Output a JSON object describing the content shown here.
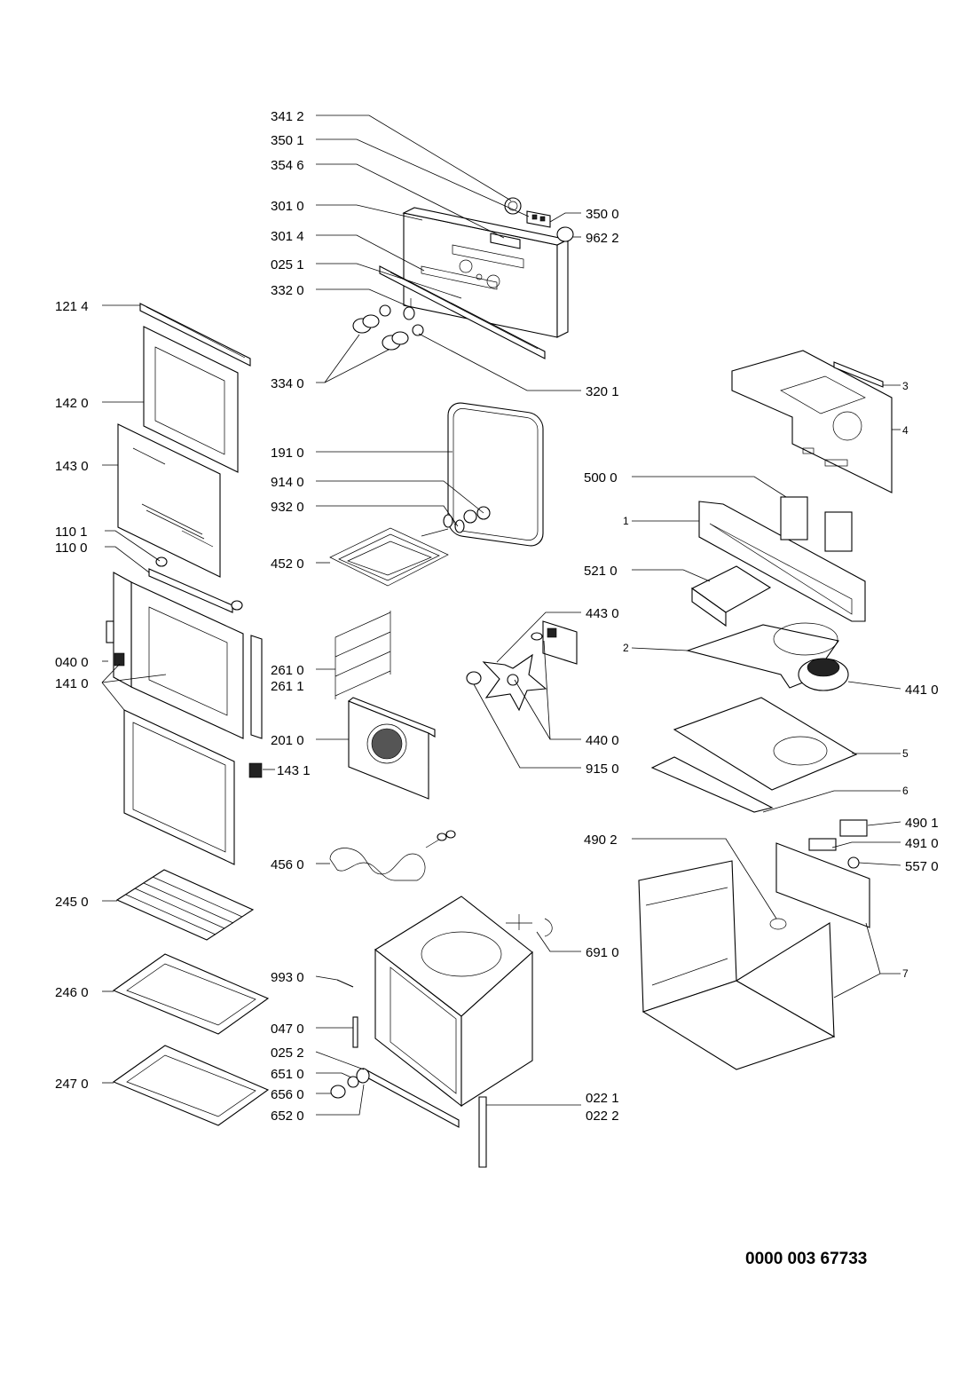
{
  "document_code": "0000 003 67733",
  "callouts": [
    {
      "id": "c3412",
      "label": "341 2"
    },
    {
      "id": "c3501",
      "label": "350 1"
    },
    {
      "id": "c3546",
      "label": "354 6"
    },
    {
      "id": "c3010",
      "label": "301 0"
    },
    {
      "id": "c3014",
      "label": "301 4"
    },
    {
      "id": "c0251",
      "label": "025 1"
    },
    {
      "id": "c3320",
      "label": "332 0"
    },
    {
      "id": "c3340",
      "label": "334 0"
    },
    {
      "id": "c3500",
      "label": "350 0"
    },
    {
      "id": "c9622",
      "label": "962 2"
    },
    {
      "id": "c3201",
      "label": "320 1"
    },
    {
      "id": "c1214",
      "label": "121 4"
    },
    {
      "id": "c1420",
      "label": "142 0"
    },
    {
      "id": "c1430",
      "label": "143 0"
    },
    {
      "id": "c1101",
      "label": "110 1"
    },
    {
      "id": "c1100",
      "label": "110 0"
    },
    {
      "id": "c0400",
      "label": "040 0"
    },
    {
      "id": "c1410",
      "label": "141 0"
    },
    {
      "id": "c1910",
      "label": "191 0"
    },
    {
      "id": "c9140",
      "label": "914 0"
    },
    {
      "id": "c9320",
      "label": "932 0"
    },
    {
      "id": "c4520",
      "label": "452 0"
    },
    {
      "id": "c2610",
      "label": "261 0"
    },
    {
      "id": "c2611",
      "label": "261 1"
    },
    {
      "id": "c2010",
      "label": "201 0"
    },
    {
      "id": "c1431",
      "label": "143 1"
    },
    {
      "id": "c4430",
      "label": "443 0"
    },
    {
      "id": "c4400",
      "label": "440 0"
    },
    {
      "id": "c9150",
      "label": "915 0"
    },
    {
      "id": "c4560",
      "label": "456 0"
    },
    {
      "id": "c2450",
      "label": "245 0"
    },
    {
      "id": "c2460",
      "label": "246 0"
    },
    {
      "id": "c2470",
      "label": "247 0"
    },
    {
      "id": "c9930",
      "label": "993 0"
    },
    {
      "id": "c0470",
      "label": "047 0"
    },
    {
      "id": "c0252",
      "label": "025 2"
    },
    {
      "id": "c6510",
      "label": "651 0"
    },
    {
      "id": "c6560",
      "label": "656 0"
    },
    {
      "id": "c6520",
      "label": "652 0"
    },
    {
      "id": "c0221",
      "label": "022 1"
    },
    {
      "id": "c0222",
      "label": "022 2"
    },
    {
      "id": "c6910",
      "label": "691 0"
    },
    {
      "id": "c5000",
      "label": "500 0"
    },
    {
      "id": "c5210",
      "label": "521 0"
    },
    {
      "id": "c4410",
      "label": "441 0"
    },
    {
      "id": "c4901",
      "label": "490 1"
    },
    {
      "id": "c4910",
      "label": "491 0"
    },
    {
      "id": "c4902",
      "label": "490 2"
    },
    {
      "id": "c5570",
      "label": "557 0"
    },
    {
      "id": "c3",
      "label": "3"
    },
    {
      "id": "c4",
      "label": "4"
    },
    {
      "id": "c1",
      "label": "1"
    },
    {
      "id": "c2",
      "label": "2"
    },
    {
      "id": "c5",
      "label": "5"
    },
    {
      "id": "c6",
      "label": "6"
    },
    {
      "id": "c7",
      "label": "7"
    }
  ]
}
